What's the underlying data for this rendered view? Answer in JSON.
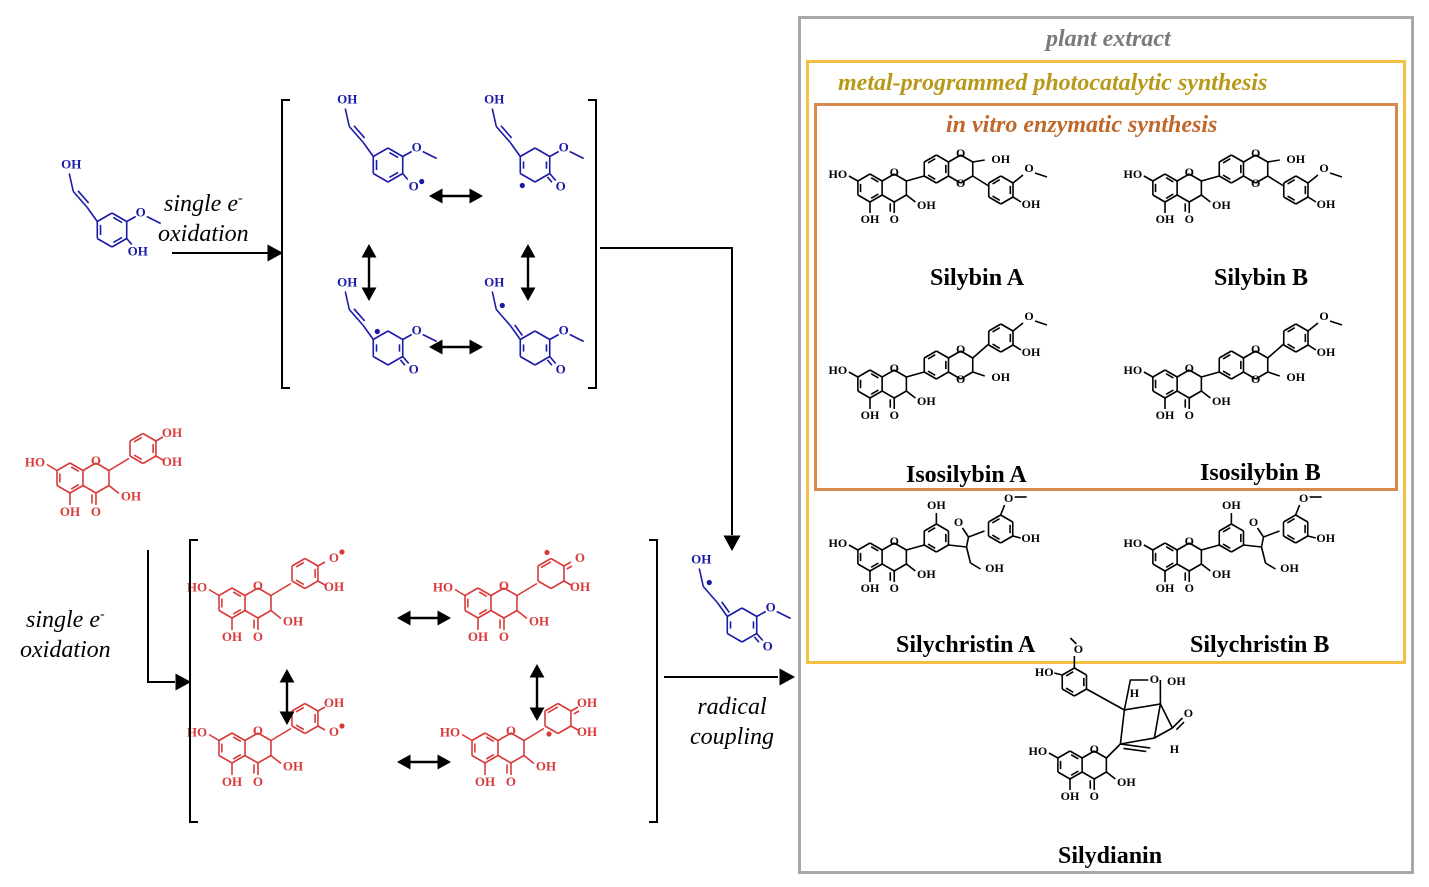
{
  "colors": {
    "coniferyl": "#1a1aa8",
    "taxifolin": "#d83a3a",
    "plant_box": "#a8a8a8",
    "metal_box": "#f2c043",
    "enzyme_box": "#d8894e",
    "plant_title": "#7a7a7a",
    "metal_title": "#b89a1a",
    "enzyme_title": "#c0672a",
    "product": "#000000"
  },
  "labels": {
    "oxidation_top": {
      "line1": "single e",
      "sup": "-",
      "line2": "oxidation"
    },
    "oxidation_bottom": {
      "line1": "single e",
      "sup": "-",
      "line2": "oxidation"
    },
    "radical_coupling": {
      "line1": "radical",
      "line2": "coupling"
    }
  },
  "panel": {
    "plant_extract": "plant extract",
    "metal_programmed": "metal-programmed photocatalytic synthesis",
    "in_vitro": "in vitro enzymatic synthesis"
  },
  "compounds": {
    "silybin_a": "Silybin A",
    "silybin_b": "Silybin B",
    "isosilybin_a": "Isosilybin A",
    "isosilybin_b": "Isosilybin B",
    "silychristin_a": "Silychristin A",
    "silychristin_b": "Silychristin B",
    "silydianin": "Silydianin"
  },
  "atoms": {
    "oh": "OH",
    "ho": "HO",
    "o": "O",
    "h": "H"
  }
}
